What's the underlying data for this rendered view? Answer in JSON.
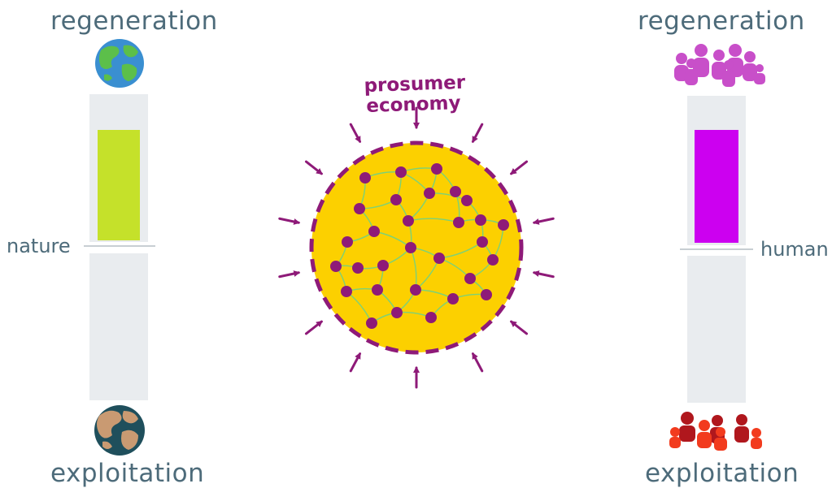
{
  "nature": {
    "top_label": "regeneration",
    "side_label": "nature",
    "bottom_label": "exploitation",
    "fill_color": "#c5e12a",
    "top_icon": "healthy-earth-icon",
    "bottom_icon": "degraded-earth-icon"
  },
  "human": {
    "top_label": "regeneration",
    "side_label": "human",
    "bottom_label": "exploitation",
    "fill_color": "#cc00f0",
    "top_icon": "thriving-people-icon",
    "bottom_icon": "exploited-people-icon"
  },
  "economy": {
    "title_line1": "prosumer",
    "title_line2": "economy",
    "circle_color": "#fcd000",
    "border_color": "#8e1a78",
    "node_color": "#8e1a78",
    "link_color": "#7ad17a"
  },
  "colors": {
    "text": "#4d6b7a",
    "bar_background": "#e9ecef"
  }
}
